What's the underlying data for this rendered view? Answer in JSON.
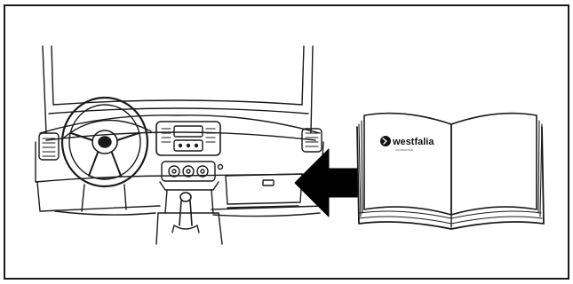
{
  "figure": {
    "book": {
      "brand": "westfalia",
      "tagline": "AUTOMOTIVE",
      "logo_icon": "westfalia-logo-icon"
    },
    "arrow": {
      "direction": "left"
    },
    "icons": [
      "steering-wheel-icon",
      "air-vent-icon",
      "radio-unit-icon",
      "climate-control-icon",
      "gear-lever-icon",
      "glove-box-icon",
      "arrow-left-icon",
      "open-book-icon"
    ],
    "colors": {
      "line": "#1a1a1a",
      "fill": "#ffffff",
      "arrow": "#000000"
    }
  }
}
